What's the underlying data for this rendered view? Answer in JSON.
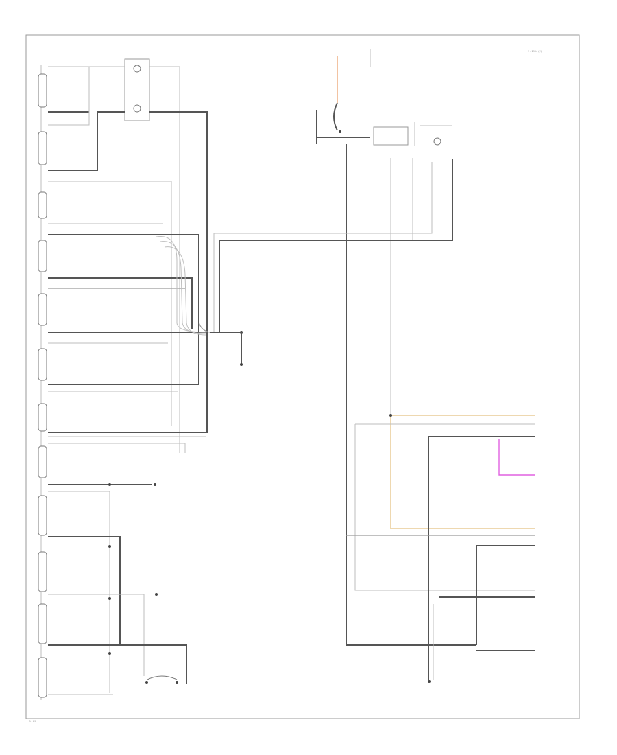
{
  "diagram": {
    "page_code": "1 - 1994 (E)",
    "footer_code": "G - 89",
    "motors": [
      {
        "id": "m1",
        "label": "",
        "wire_a": "",
        "wire_b": ""
      },
      {
        "id": "m2",
        "label": "",
        "wire_a": "",
        "wire_b": ""
      },
      {
        "id": "m3",
        "label": "",
        "wire_a": "",
        "wire_b": ""
      },
      {
        "id": "m4",
        "label": "",
        "wire_a": "",
        "wire_b": ""
      },
      {
        "id": "m5",
        "label": "",
        "wire_a": "",
        "wire_b": ""
      },
      {
        "id": "m6",
        "label": "",
        "wire_a": "",
        "wire_b": ""
      },
      {
        "id": "m7",
        "label": "",
        "wire_a": "",
        "wire_b": ""
      },
      {
        "id": "m8",
        "label": "",
        "wire_a": "",
        "wire_b": ""
      },
      {
        "id": "m9",
        "label": "",
        "wire_a": "",
        "wire_b": ""
      },
      {
        "id": "m10",
        "label": "",
        "wire_a": "",
        "wire_b": ""
      },
      {
        "id": "m11",
        "label": "",
        "wire_a": "",
        "wire_b": ""
      },
      {
        "id": "m12",
        "label": "",
        "wire_a": "",
        "wire_b": ""
      }
    ],
    "right_connectors": [
      {
        "id": "c1",
        "label": ""
      },
      {
        "id": "c2",
        "label": ""
      },
      {
        "id": "c3",
        "label": ""
      },
      {
        "id": "c4",
        "label": ""
      },
      {
        "id": "c5",
        "label": ""
      },
      {
        "id": "c6",
        "label": ""
      }
    ]
  }
}
